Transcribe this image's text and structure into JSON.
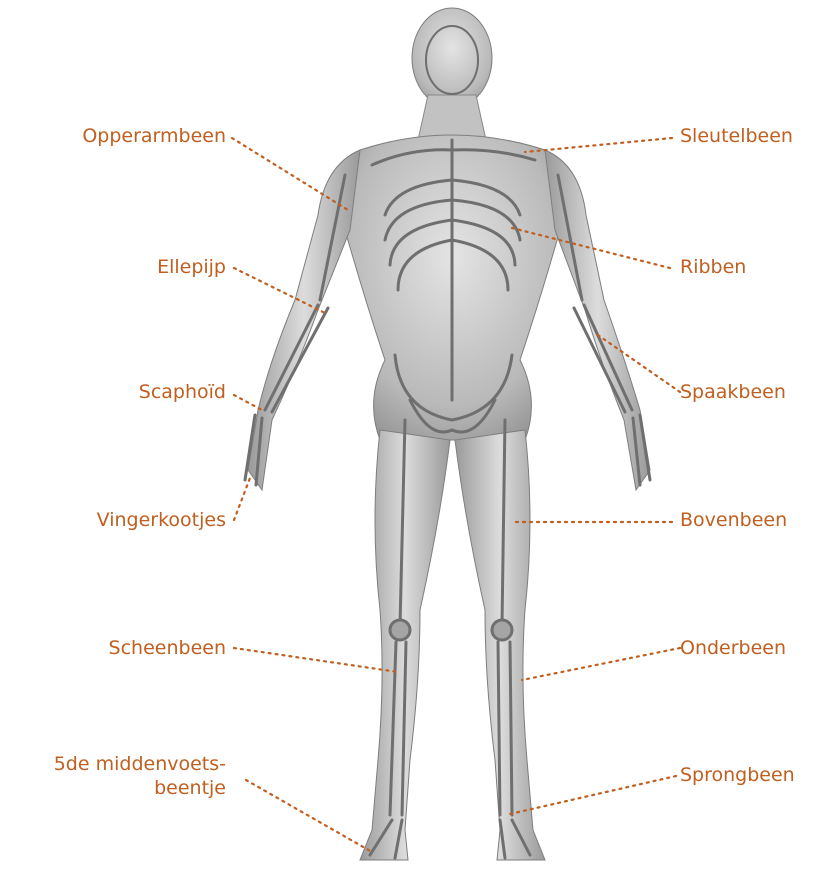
{
  "labels": {
    "opperarmbeen": "Opperarmbeen",
    "ellepijp": "Ellepijp",
    "scaphoid": "Scaphoïd",
    "vingerkootjes": "Vingerkootjes",
    "scheenbeen": "Scheenbeen",
    "middenvoet_line1": "5de middenvoets-",
    "middenvoet_line2": "beentje",
    "sleutelbeen": "Sleutelbeen",
    "ribben": "Ribben",
    "spaakbeen": "Spaakbeen",
    "bovenbeen": "Bovenbeen",
    "onderbeen": "Onderbeen",
    "sprongbeen": "Sprongbeen"
  },
  "colors": {
    "label": "#c05f1f",
    "leader": "#c05f1f",
    "body": "#bdbdbd",
    "bone": "#8a8a8a"
  }
}
